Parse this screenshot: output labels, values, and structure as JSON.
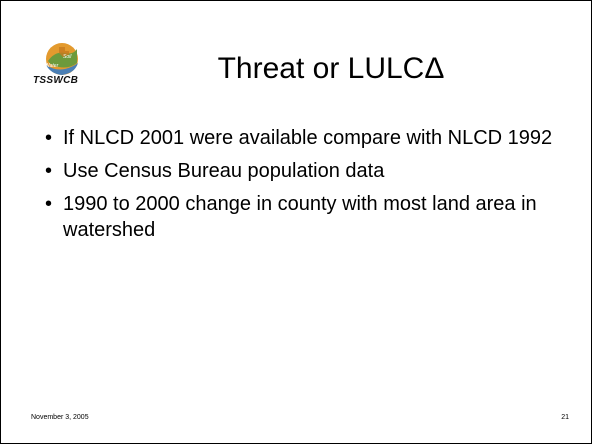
{
  "slide": {
    "title": "Threat or LULCΔ",
    "logo": {
      "wordmark": "TSSWCB",
      "soil_label": "Soil",
      "water_label": "Water"
    },
    "bullets": [
      "If NLCD 2001 were available compare with NLCD 1992",
      "Use Census Bureau population data",
      "1990 to 2000 change in county with most land area in watershed"
    ],
    "bullet_glyph": "•",
    "footer": {
      "date": "November 3, 2005",
      "page_number": "21"
    }
  },
  "colors": {
    "logo_orange": "#e39a2e",
    "logo_green": "#6c9a3c",
    "logo_blue": "#4a7fb5",
    "text": "#000000",
    "border": "#000000"
  }
}
